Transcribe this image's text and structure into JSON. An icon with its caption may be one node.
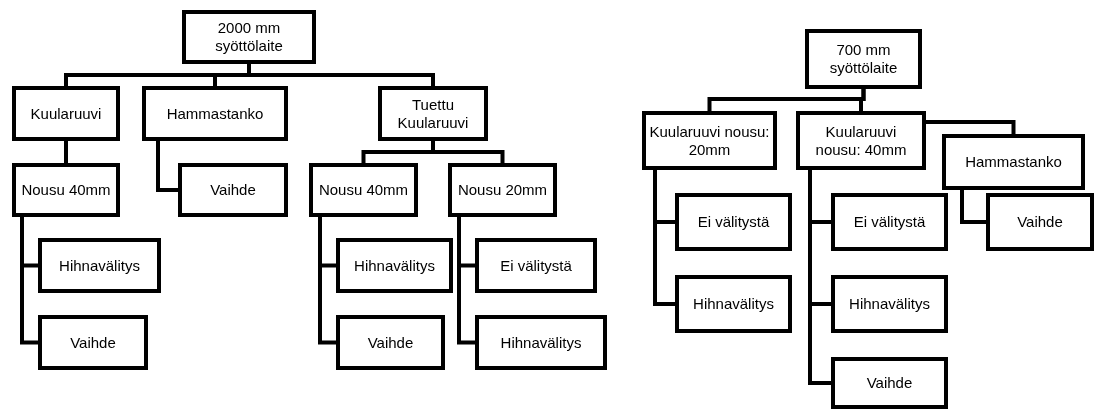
{
  "diagram": {
    "nodes": [
      {
        "text": [
          "2000 mm syöttölaite"
        ]
      },
      {
        "text": [
          "Kuularuuvi"
        ]
      },
      {
        "text": [
          "Hammastanko"
        ]
      },
      {
        "text": [
          "Tuettu Kuularuuvi"
        ]
      },
      {
        "text": [
          "Nousu 40mm"
        ]
      },
      {
        "text": [
          "Vaihde"
        ]
      },
      {
        "text": [
          "Nousu 40mm"
        ]
      },
      {
        "text": [
          "Nousu 20mm"
        ]
      },
      {
        "text": [
          "Hihnavälitys"
        ]
      },
      {
        "text": [
          "Vaihde"
        ]
      },
      {
        "text": [
          "Hihnavälitys"
        ]
      },
      {
        "text": [
          "Vaihde"
        ]
      },
      {
        "text": [
          "Ei välitystä"
        ]
      },
      {
        "text": [
          "Hihnavälitys"
        ]
      },
      {
        "text": [
          "700 mm syöttölaite"
        ]
      },
      {
        "text": [
          "Kuularuuvi nousu: 20mm"
        ]
      },
      {
        "text": [
          "Kuularuuvi nousu: 40mm"
        ]
      },
      {
        "text": [
          "Hammastanko"
        ]
      },
      {
        "text": [
          "Ei välitystä"
        ]
      },
      {
        "text": [
          "Hihnavälitys"
        ]
      },
      {
        "text": [
          "Ei välitystä"
        ]
      },
      {
        "text": [
          "Hihnavälitys"
        ]
      },
      {
        "text": [
          "Vaihde"
        ]
      },
      {
        "text": [
          "Vaihde"
        ]
      }
    ],
    "edges": [
      {
        "from": 0,
        "to": 1,
        "arrow": "none"
      },
      {
        "from": 0,
        "to": 2,
        "arrow": "none"
      },
      {
        "from": 0,
        "to": 3,
        "arrow": "none"
      },
      {
        "from": 1,
        "to": 4,
        "arrow": "none"
      },
      {
        "from": 2,
        "to": 5,
        "arrow": "none"
      },
      {
        "from": 3,
        "to": 6,
        "arrow": "none"
      },
      {
        "from": 3,
        "to": 7,
        "arrow": "none"
      },
      {
        "from": 4,
        "to": 8,
        "arrow": "none"
      },
      {
        "from": 4,
        "to": 9,
        "arrow": "none"
      },
      {
        "from": 6,
        "to": 10,
        "arrow": "none"
      },
      {
        "from": 6,
        "to": 11,
        "arrow": "none"
      },
      {
        "from": 7,
        "to": 12,
        "arrow": "none"
      },
      {
        "from": 7,
        "to": 13,
        "arrow": "none"
      },
      {
        "from": 14,
        "to": 15,
        "arrow": "none"
      },
      {
        "from": 14,
        "to": 16,
        "arrow": "none"
      },
      {
        "from": 16,
        "to": 17,
        "arrow": "none"
      },
      {
        "from": 17,
        "to": 23,
        "arrow": "none"
      },
      {
        "from": 15,
        "to": 18,
        "arrow": "none"
      },
      {
        "from": 15,
        "to": 19,
        "arrow": "none"
      },
      {
        "from": 16,
        "to": 20,
        "arrow": "none"
      },
      {
        "from": 16,
        "to": 21,
        "arrow": "none"
      },
      {
        "from": 16,
        "to": 22,
        "arrow": "none"
      }
    ]
  }
}
